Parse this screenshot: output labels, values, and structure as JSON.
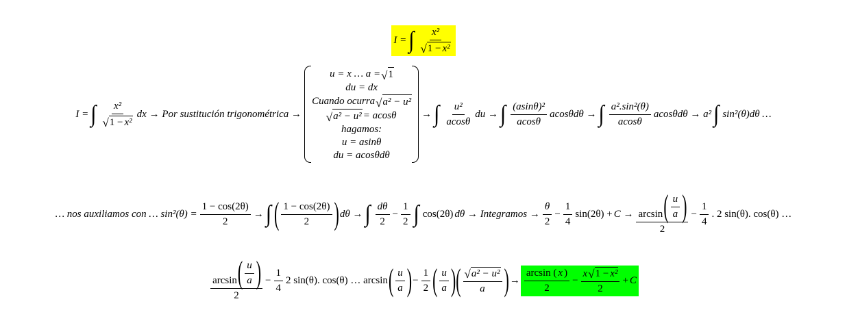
{
  "colors": {
    "highlight_yellow": "#ffff00",
    "highlight_green": "#00ff00"
  },
  "lines": [
    [
      [
        "hl",
        "#ffff00",
        [
          [
            "t",
            "I ="
          ],
          [
            "i"
          ],
          [
            "f",
            [
              [
                "t",
                "x²"
              ]
            ],
            [
              [
                "s",
                [
                  [
                    "r",
                    "1 − "
                  ],
                  [
                    "t",
                    "x²"
                  ]
                ]
              ]
            ]
          ]
        ]
      ]
    ],
    [
      [
        "t",
        "I ="
      ],
      [
        "i"
      ],
      [
        "f",
        [
          [
            "t",
            "x²"
          ]
        ],
        [
          [
            "s",
            [
              [
                "r",
                "1 − "
              ],
              [
                "t",
                "x²"
              ]
            ]
          ]
        ]
      ],
      [
        "t",
        "dx → Por sustitución trigonométrica →"
      ],
      [
        "b",
        [
          [
            [
              "t",
              "u = x … a = "
            ],
            [
              "s",
              [
                [
                  "r",
                  "1"
                ]
              ]
            ]
          ],
          [
            [
              "t",
              "du = dx"
            ]
          ],
          [
            [
              "t",
              "Cuando ocurra "
            ],
            [
              "s",
              [
                [
                  "t",
                  "a² − u²"
                ]
              ]
            ]
          ],
          [
            [
              "s",
              [
                [
                  "t",
                  "a² − u²"
                ]
              ]
            ],
            [
              "t",
              " = acosθ"
            ]
          ],
          [
            [
              "t",
              "hagamos:"
            ]
          ],
          [
            [
              "t",
              "u = asinθ"
            ]
          ],
          [
            [
              "t",
              "du = acosθdθ"
            ]
          ]
        ]
      ],
      [
        "t",
        "→"
      ],
      [
        "i"
      ],
      [
        "f",
        [
          [
            "t",
            "u²"
          ]
        ],
        [
          [
            "t",
            "acosθ"
          ]
        ]
      ],
      [
        "t",
        "du →"
      ],
      [
        "i"
      ],
      [
        "f",
        [
          [
            "t",
            "(asinθ)²"
          ]
        ],
        [
          [
            "t",
            "acosθ"
          ]
        ]
      ],
      [
        "t",
        "acosθdθ →"
      ],
      [
        "i"
      ],
      [
        "f",
        [
          [
            "t",
            "a².sin²(θ)"
          ]
        ],
        [
          [
            "t",
            "acosθ"
          ]
        ]
      ],
      [
        "t",
        "acosθdθ → a²"
      ],
      [
        "i"
      ],
      [
        "t",
        "sin²(θ)dθ …"
      ]
    ],
    [
      [
        "t",
        "… nos auxiliamos con … sin²(θ) ="
      ],
      [
        "f",
        [
          [
            "r",
            "1 − cos(2θ)"
          ]
        ],
        [
          [
            "r",
            "2"
          ]
        ]
      ],
      [
        "t",
        "→"
      ],
      [
        "i"
      ],
      [
        "p",
        [
          [
            "f",
            [
              [
                "r",
                "1 − cos(2θ)"
              ]
            ],
            [
              [
                "r",
                "2"
              ]
            ]
          ]
        ]
      ],
      [
        "t",
        "dθ →"
      ],
      [
        "i"
      ],
      [
        "f",
        [
          [
            "t",
            "dθ"
          ]
        ],
        [
          [
            "r",
            "2"
          ]
        ]
      ],
      [
        "r",
        "−"
      ],
      [
        "f",
        [
          [
            "r",
            "1"
          ]
        ],
        [
          [
            "r",
            "2"
          ]
        ]
      ],
      [
        "i"
      ],
      [
        "r",
        "cos(2θ) "
      ],
      [
        "t",
        "dθ → Integramos →"
      ],
      [
        "f",
        [
          [
            "t",
            "θ"
          ]
        ],
        [
          [
            "r",
            "2"
          ]
        ]
      ],
      [
        "r",
        "−"
      ],
      [
        "f",
        [
          [
            "r",
            "1"
          ]
        ],
        [
          [
            "r",
            "4"
          ]
        ]
      ],
      [
        "r",
        "sin(2θ) + "
      ],
      [
        "t",
        "C →"
      ],
      [
        "f",
        [
          [
            "r",
            "arcsin"
          ],
          [
            "p",
            [
              [
                "f",
                [
                  [
                    "t",
                    "u"
                  ]
                ],
                [
                  [
                    "t",
                    "a"
                  ]
                ]
              ]
            ]
          ]
        ],
        [
          [
            "r",
            "2"
          ]
        ]
      ],
      [
        "r",
        "−"
      ],
      [
        "f",
        [
          [
            "r",
            "1"
          ]
        ],
        [
          [
            "r",
            "4"
          ]
        ]
      ],
      [
        "r",
        ". 2 sin(θ). cos(θ) …"
      ]
    ],
    [
      [
        "f",
        [
          [
            "r",
            "arcsin"
          ],
          [
            "p",
            [
              [
                "f",
                [
                  [
                    "t",
                    "u"
                  ]
                ],
                [
                  [
                    "t",
                    "a"
                  ]
                ]
              ]
            ]
          ]
        ],
        [
          [
            "r",
            "2"
          ]
        ]
      ],
      [
        "r",
        "−"
      ],
      [
        "f",
        [
          [
            "r",
            "1"
          ]
        ],
        [
          [
            "r",
            "4"
          ]
        ]
      ],
      [
        "r",
        "2 sin(θ). cos(θ) … arcsin"
      ],
      [
        "p",
        [
          [
            "f",
            [
              [
                "t",
                "u"
              ]
            ],
            [
              [
                "t",
                "a"
              ]
            ]
          ]
        ]
      ],
      [
        "r",
        "−"
      ],
      [
        "f",
        [
          [
            "r",
            "1"
          ]
        ],
        [
          [
            "r",
            "2"
          ]
        ]
      ],
      [
        "p",
        [
          [
            "f",
            [
              [
                "t",
                "u"
              ]
            ],
            [
              [
                "t",
                "a"
              ]
            ]
          ]
        ]
      ],
      [
        "p",
        [
          [
            "f",
            [
              [
                "s",
                [
                  [
                    "t",
                    "a² − u²"
                  ]
                ]
              ]
            ],
            [
              [
                "t",
                "a"
              ]
            ]
          ]
        ]
      ],
      [
        "r",
        "→"
      ],
      [
        "hl",
        "#00ff00",
        [
          [
            "f",
            [
              [
                "r",
                "arcsin ("
              ],
              [
                "t",
                "x"
              ],
              [
                "r",
                ")"
              ]
            ],
            [
              [
                "r",
                "2"
              ]
            ]
          ],
          [
            "r",
            "−"
          ],
          [
            "f",
            [
              [
                "t",
                "x"
              ],
              [
                "s",
                [
                  [
                    "r",
                    "1 − "
                  ],
                  [
                    "t",
                    "x²"
                  ]
                ]
              ]
            ],
            [
              [
                "r",
                "2"
              ]
            ]
          ],
          [
            "r",
            "+ "
          ],
          [
            "t",
            "C"
          ]
        ]
      ]
    ]
  ]
}
